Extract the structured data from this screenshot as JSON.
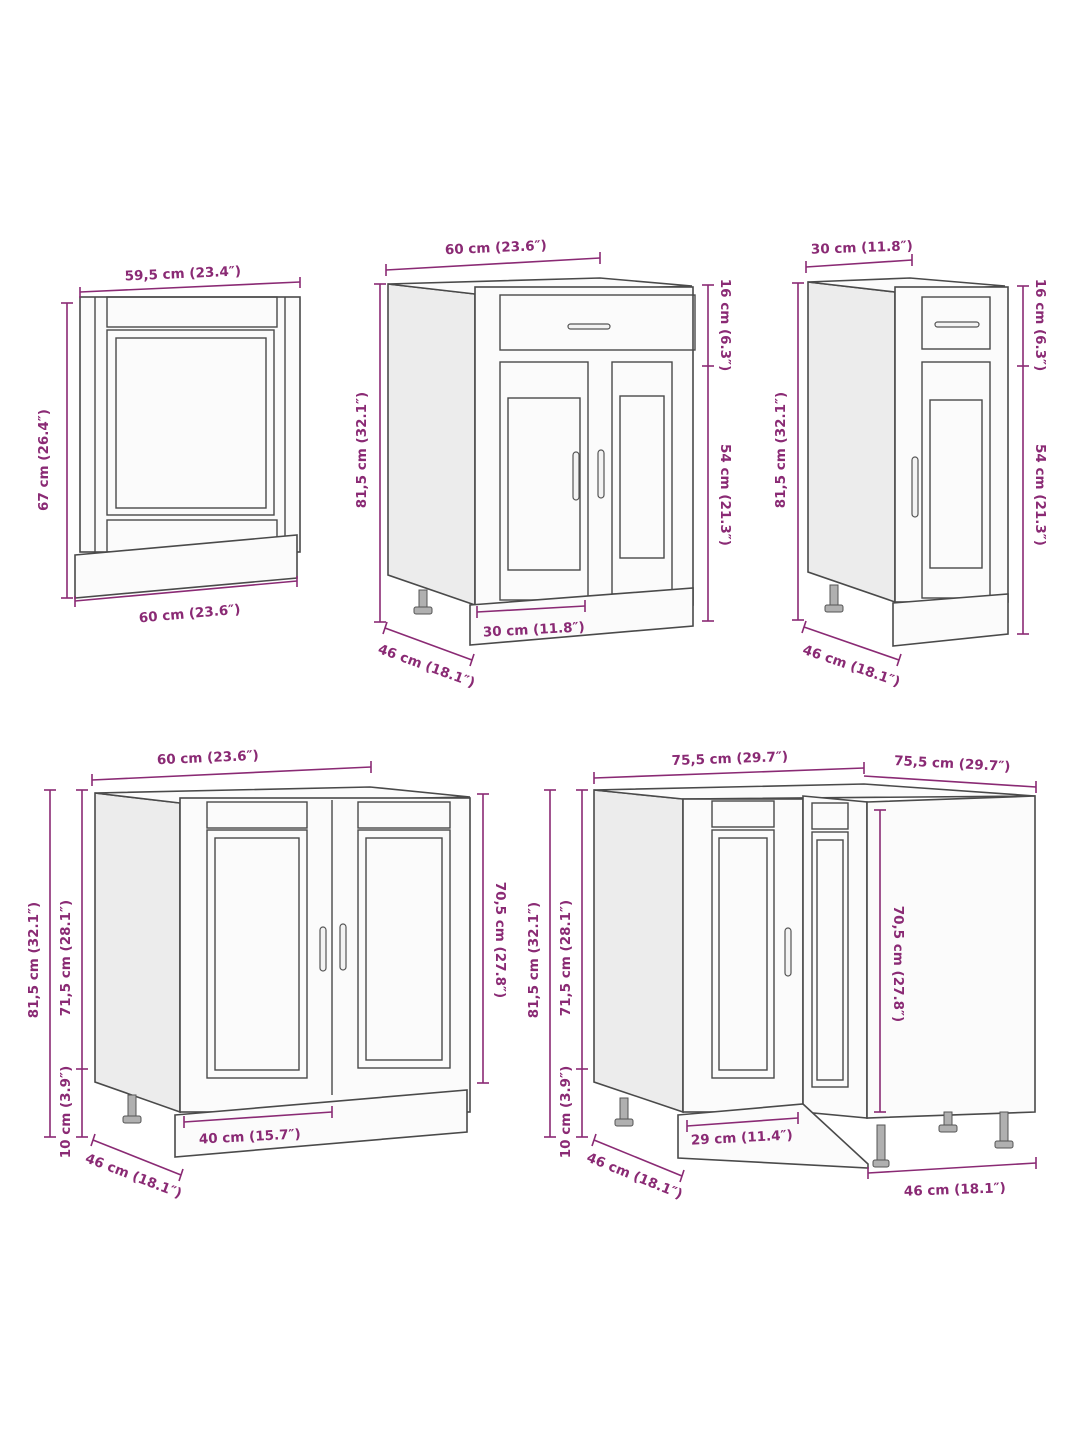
{
  "colors": {
    "dimension": "#8a2a74",
    "outline": "#4a4a4a",
    "panel": "#fbfbfb",
    "leg": "#9a9a9a"
  },
  "cabinets": [
    {
      "id": "oven-cabinet-front",
      "labels": {
        "top_width": "59,5 cm (23.4″)",
        "bottom_width": "60 cm (23.6″)",
        "height": "67 cm (26.4″)"
      }
    },
    {
      "id": "drawer-base-cabinet-60",
      "labels": {
        "top_width": "60 cm (23.6″)",
        "drawer_height": "16 cm (6.3″)",
        "door_height": "54 cm (21.3″)",
        "total_height": "81,5 cm (32.1″)",
        "depth": "46 cm (18.1″)",
        "door_width": "30 cm (11.8″)"
      }
    },
    {
      "id": "drawer-base-cabinet-30",
      "labels": {
        "top_width": "30 cm (11.8″)",
        "drawer_height": "16 cm (6.3″)",
        "door_height": "54 cm (21.3″)",
        "total_height": "81,5 cm (32.1″)",
        "depth": "46 cm (18.1″)"
      }
    },
    {
      "id": "sink-base-cabinet",
      "labels": {
        "top_width": "60 cm (23.6″)",
        "total_height": "81,5 cm (32.1″)",
        "body_height": "71,5 cm (28.1″)",
        "plinth_height": "10 cm (3.9″)",
        "door_height": "70,5 cm (27.8″)",
        "door_width": "40 cm (15.7″)",
        "depth": "46 cm (18.1″)"
      }
    },
    {
      "id": "corner-base-cabinet",
      "labels": {
        "width_left": "75,5 cm (29.7″)",
        "width_right": "75,5 cm (29.7″)",
        "total_height": "81,5 cm (32.1″)",
        "body_height": "71,5 cm (28.1″)",
        "plinth_height": "10 cm (3.9″)",
        "door_height": "70,5 cm (27.8″)",
        "door_width": "29 cm (11.4″)",
        "depth_left": "46 cm (18.1″)",
        "depth_right": "46 cm (18.1″)"
      }
    }
  ]
}
